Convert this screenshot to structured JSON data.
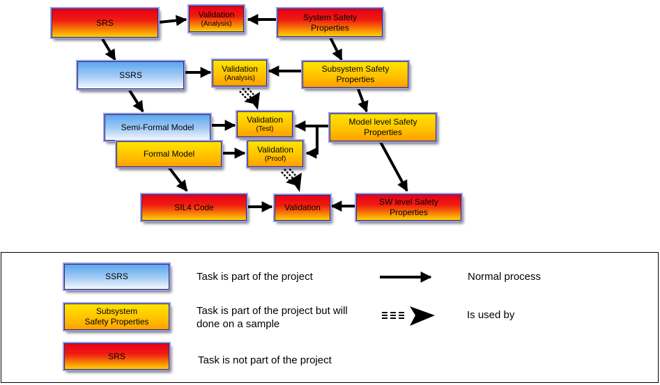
{
  "diagram": {
    "srs": "SRS",
    "validation_analysis_top": {
      "title": "Validation",
      "sub": "(Analysis)"
    },
    "system_safety": "System Safety\nProperties",
    "ssrs": "SSRS",
    "validation_analysis_mid": {
      "title": "Validation",
      "sub": "(Analysis)"
    },
    "subsystem_safety": "Subsystem Safety\nProperties",
    "semi_formal_model": "Semi-Formal Model",
    "validation_test": {
      "title": "Validation",
      "sub": "(Test)"
    },
    "model_level_safety": "Model level Safety\nProperties",
    "formal_model": "Formal Model",
    "validation_proof": {
      "title": "Validation",
      "sub": "(Proof)"
    },
    "sil4_code": "SIL4 Code",
    "validation_final": "Validation",
    "sw_level_safety": "SW level Safety\nProperties"
  },
  "legend": {
    "sample_blue": "SSRS",
    "sample_yellow": "Subsystem\nSafety Properties",
    "sample_red": "SRS",
    "desc_blue": "Task is part of the project",
    "desc_yellow": "Task is part of the project but will\ndone on a sample",
    "desc_red": "Task is not part of the project",
    "arrow_normal": "Normal process",
    "arrow_used_by": "Is used by"
  },
  "colors": {
    "red_top": "#e8001a",
    "yellow": "#ffc000",
    "blue": "#5aa6f0",
    "arrow": "#000000"
  }
}
